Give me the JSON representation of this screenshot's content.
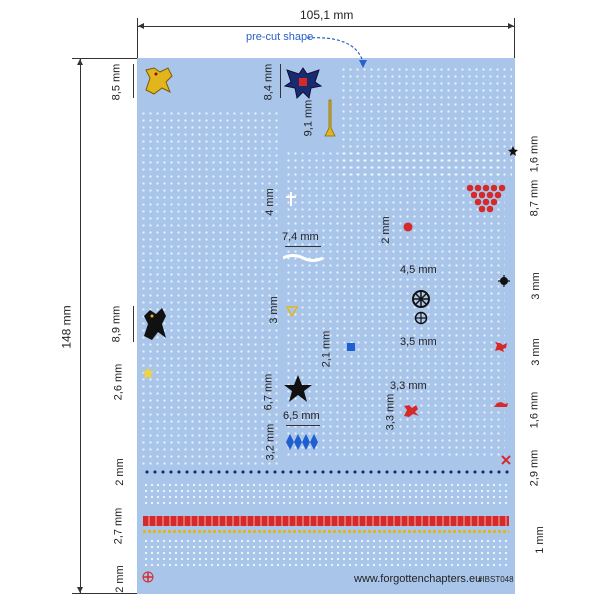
{
  "dimensions": {
    "sheet_width": "105,1 mm",
    "sheet_height": "148 mm",
    "lion_height": "8,5 mm",
    "eagle_height": "8,4 mm",
    "trumpet_height": "9,1 mm",
    "star_small_size": "1,6 mm",
    "triangle_height": "8,7 mm",
    "cross_small": "4 mm",
    "red_dot": "2 mm",
    "banner_width": "7,4 mm",
    "wheel_large": "4,5 mm",
    "wheel_small": "3,5 mm",
    "yellow_emblem": "3 mm",
    "blue_square": "2,1 mm",
    "lion_black_height": "8,9 mm",
    "small_star_yellow": "2,6 mm",
    "black_star": "6,7 mm",
    "diamond_row_width": "6,5 mm",
    "diamond_height": "3,2 mm",
    "red_lion_width": "3,3 mm",
    "red_lion_height": "3,3 mm",
    "right_emblem_1": "3 mm",
    "right_emblem_2": "3 mm",
    "right_small": "1,6 mm",
    "red_x": "2,9 mm",
    "strip_1": "2 mm",
    "strip_2": "2,7 mm",
    "strip_3": "1 mm",
    "strip_4": "2 mm"
  },
  "annotation": {
    "pre_cut": "pre-cut shape"
  },
  "footer": {
    "website": "www.forgottenchapters.eu",
    "code": "#IBST048"
  },
  "colors": {
    "sheet": "#a9c6ea",
    "annotation": "#2a62c9",
    "red": "#d42a2a",
    "gold": "#e3b51c",
    "navy": "#1a2a6e",
    "black": "#111111"
  }
}
